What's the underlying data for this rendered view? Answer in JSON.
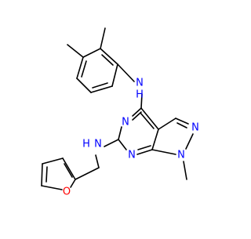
{
  "molecule": {
    "colors": {
      "bond": "#000000",
      "carbon": "#000000",
      "nitrogen": "#0000ff",
      "oxygen": "#ff0000"
    },
    "atom_labels": {
      "amine_upper": "N",
      "amine_upper_h": "H",
      "pyrimidine_n_top": "N",
      "pyrimidine_n_bottom": "N",
      "amine_lower_h": "H",
      "amine_lower": "N",
      "pyrazole_n2": "N",
      "pyrazole_n1": "N",
      "furan_o": "O"
    }
  }
}
